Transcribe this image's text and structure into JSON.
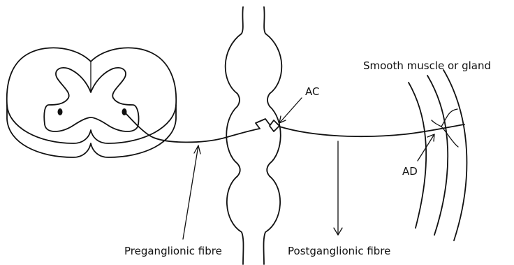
{
  "labels": {
    "ac": "AC",
    "ad": "AD",
    "target": "Smooth muscle or gland",
    "preganglionic": "Preganglionic fibre",
    "postganglionic": "Postganglionic fibre"
  }
}
